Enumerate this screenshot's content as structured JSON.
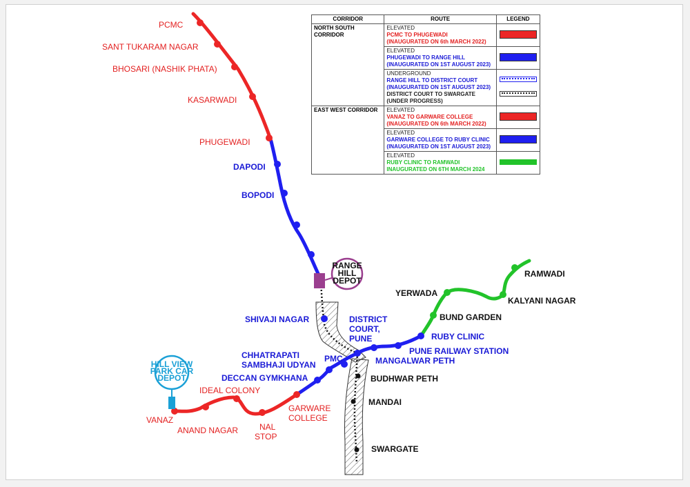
{
  "colors": {
    "red_line": "#ec2626",
    "blue_line": "#1f1ff0",
    "green_line": "#22c32a",
    "depot_purple": "#9b3f8f",
    "depot_cyan": "#1aa0d6",
    "label_red": "#e32020",
    "label_blue": "#1a1ad6",
    "label_black": "#111111"
  },
  "legend": {
    "headers": [
      "CORRIDOR",
      "ROUTE",
      "LEGEND"
    ],
    "corridors": [
      {
        "name": "NORTH SOUTH CORRIDOR",
        "routes": [
          {
            "type": "ELEVATED",
            "text": "PCMC TO PHUGEWADI",
            "note": "(INAUGURATED ON 6th MARCH 2022)",
            "color": "red",
            "legend": "red-bar"
          },
          {
            "type": "ELEVATED",
            "text": "PHUGEWADI TO RANGE HILL",
            "note": "(INAUGURATED ON 1ST AUGUST 2023)",
            "color": "blue",
            "legend": "blue-bar"
          },
          {
            "type": "UNDERGROUND",
            "text": "RANGE HILL TO DISTRICT COURT",
            "note": "(INAUGURATED ON 1ST AUGUST 2023)",
            "color": "blue",
            "legend": "blue-dotted",
            "extra_text": "DISTRICT COURT TO SWARGATE",
            "extra_note": "(UNDER PROGRESS)"
          }
        ]
      },
      {
        "name": "EAST WEST CORRIDOR",
        "routes": [
          {
            "type": "ELEVATED",
            "text": "VANAZ TO GARWARE COLLEGE",
            "note": "(INAUGURATED ON 6th MARCH 2022)",
            "color": "red",
            "legend": "red-bar"
          },
          {
            "type": "ELEVATED",
            "text": "GARWARE COLLEGE TO RUBY CLINIC",
            "note": "(INAUGURATED ON 1ST AUGUST 2023)",
            "color": "blue",
            "legend": "blue-bar"
          },
          {
            "type": "ELEVATED",
            "text": "RUBY CLINIC TO RAMWADI",
            "note": "INAUGURATED ON 6TH MARCH 2024",
            "color": "green",
            "legend": "green-bar"
          }
        ]
      }
    ]
  },
  "stations": {
    "pcmc": "PCMC",
    "sant_tukaram_nagar": "SANT TUKARAM NAGAR",
    "bhosari": "BHOSARI (NASHIK PHATA)",
    "kasarwadi": "KASARWADI",
    "phugewadi": "PHUGEWADI",
    "dapodi": "DAPODI",
    "bopodi": "BOPODI",
    "shivaji_nagar": "SHIVAJI NAGAR",
    "district_court_1": "DISTRICT",
    "district_court_2": "COURT,",
    "district_court_3": "PUNE",
    "chhatrapati_1": "CHHATRAPATI",
    "chhatrapati_2": "SAMBHAJI UDYAN",
    "pmc": "PMC",
    "deccan": "DECCAN GYMKHANA",
    "ideal_colony": "IDEAL COLONY",
    "vanaz": "VANAZ",
    "anand_nagar": "ANAND NAGAR",
    "nal_stop_1": "NAL",
    "nal_stop_2": "STOP",
    "garware_1": "GARWARE",
    "garware_2": "COLLEGE",
    "ruby_clinic": "RUBY CLINIC",
    "pune_railway": "PUNE RAILWAY STATION",
    "mangalwar": "MANGALWAR PETH",
    "budhwar": "BUDHWAR PETH",
    "mandai": "MANDAI",
    "swargate": "SWARGATE",
    "bund_garden": "BUND GARDEN",
    "yerwada": "YERWADA",
    "kalyani_nagar": "KALYANI NAGAR",
    "ramwadi": "RAMWADI"
  },
  "depots": {
    "range_hill_1": "RANGE",
    "range_hill_2": "HILL",
    "range_hill_3": "DEPOT",
    "hill_view_1": "HILL VIEW",
    "hill_view_2": "PARK CAR",
    "hill_view_3": "DEPOT"
  }
}
